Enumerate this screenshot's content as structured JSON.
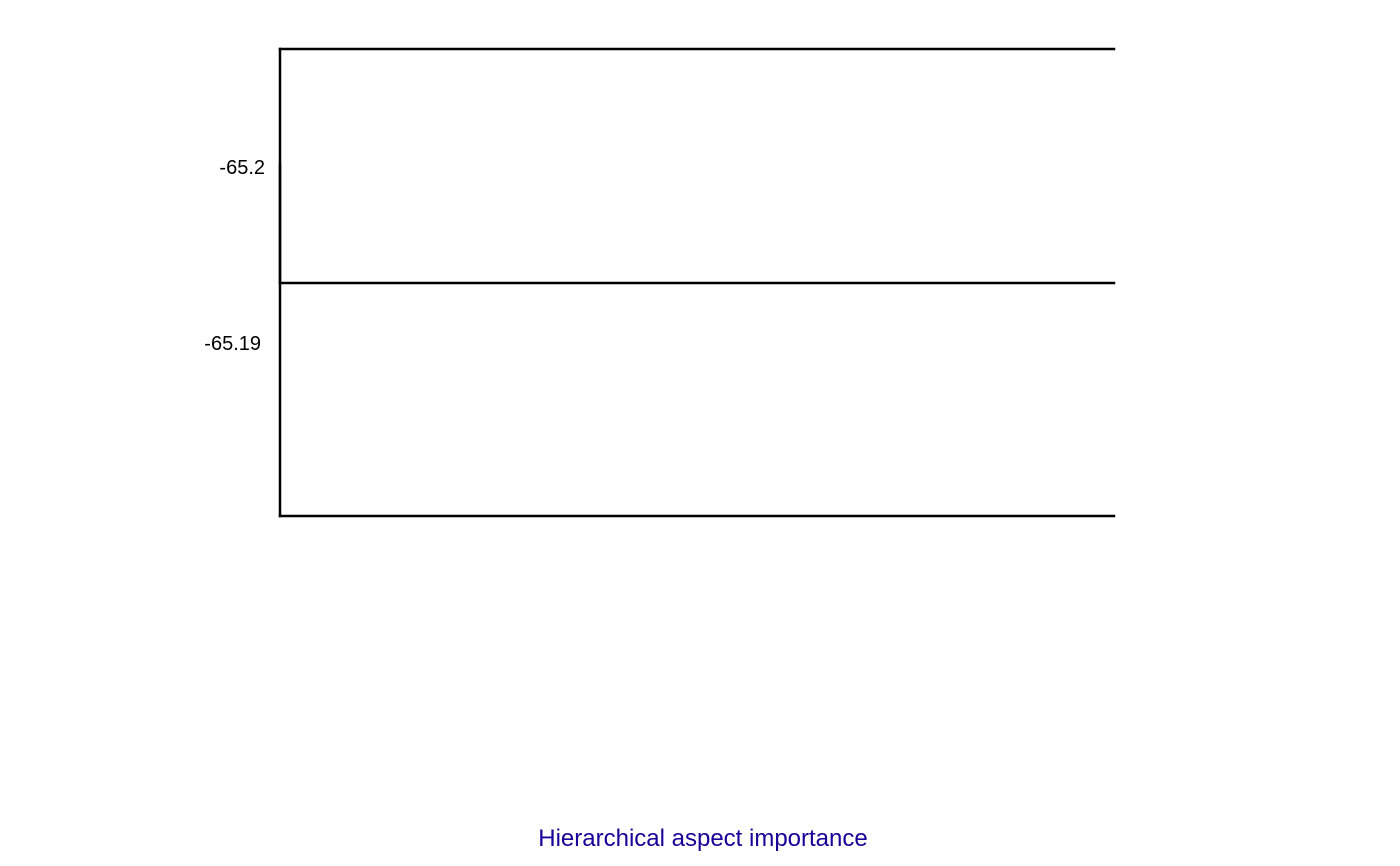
{
  "chart_data": {
    "type": "line",
    "title": "Hierarchical aspect importance",
    "title_color": "#1a0099",
    "line_color": "#000000",
    "ylabel": "",
    "xlabel": "",
    "y_tick_labels": [
      "-65.2",
      "-65.19"
    ],
    "segments": [
      {
        "type": "horizontal",
        "label": "top"
      },
      {
        "type": "horizontal",
        "label": "middle"
      },
      {
        "type": "horizontal",
        "label": "bottom"
      },
      {
        "type": "vertical",
        "label": "upper-stem"
      },
      {
        "type": "vertical",
        "label": "lower-stem"
      }
    ]
  }
}
